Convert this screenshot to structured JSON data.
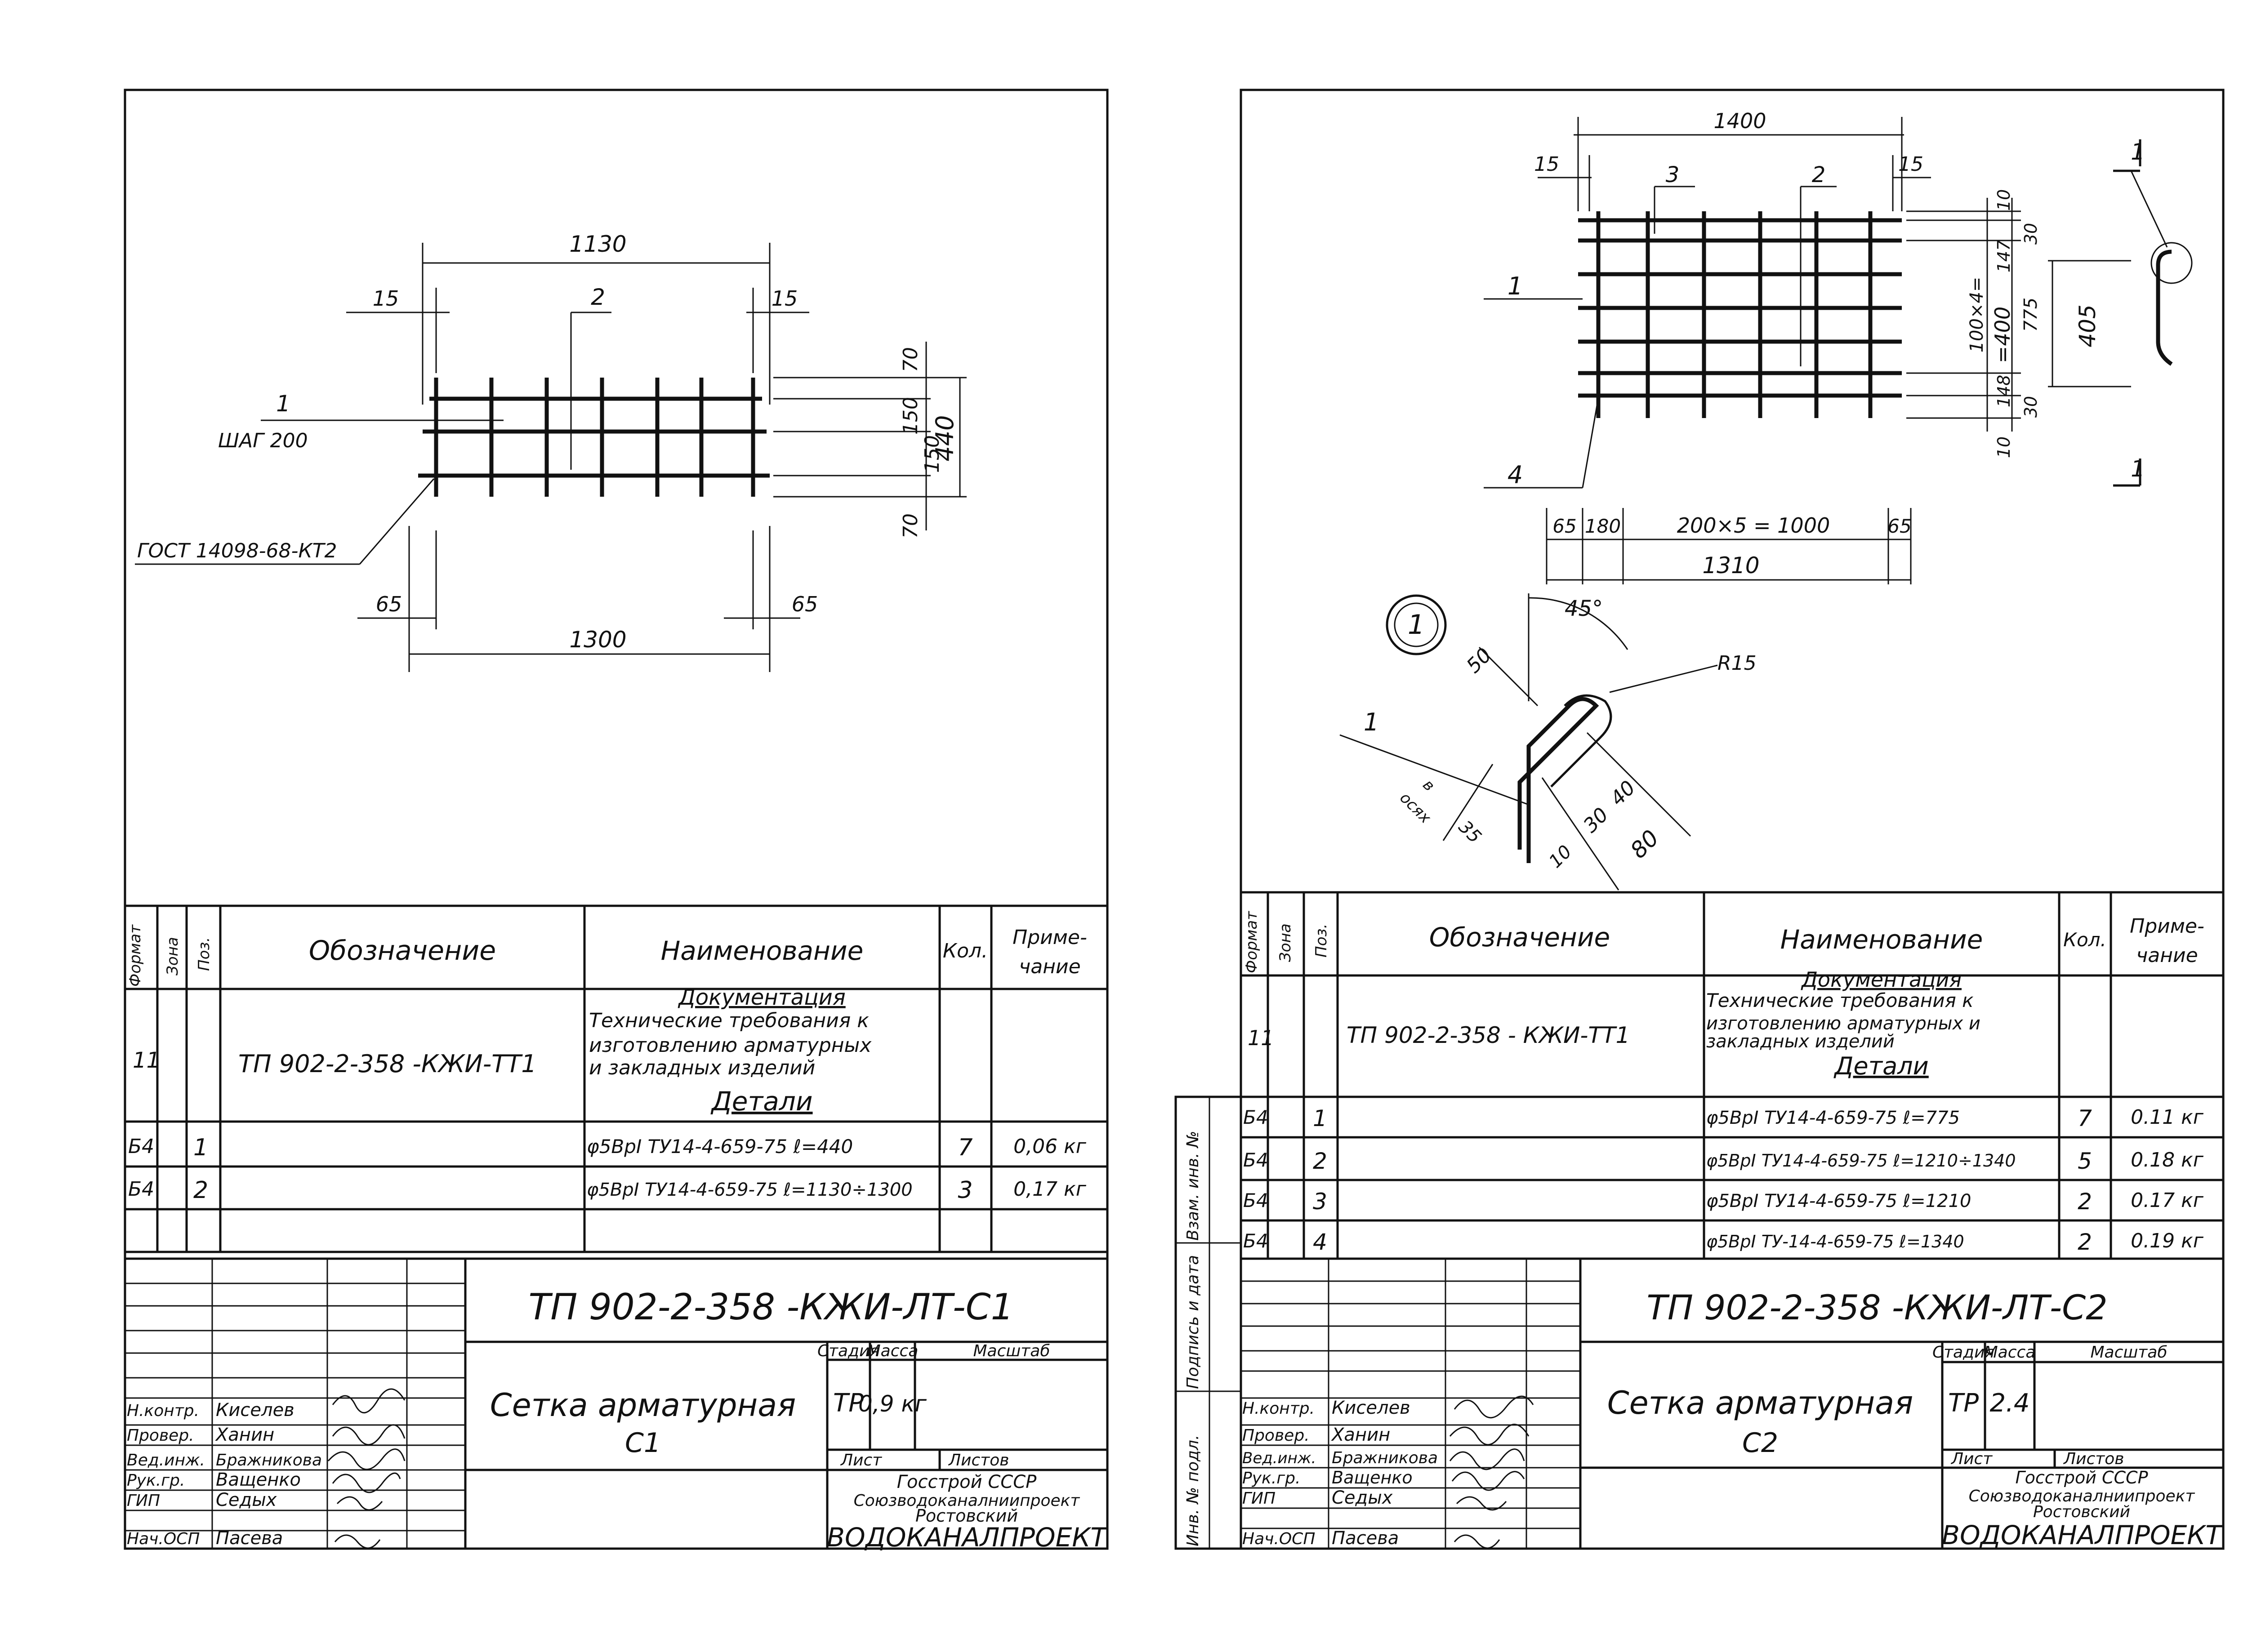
{
  "left": {
    "drawing": {
      "dim_total_top": "1130",
      "dim_15_left": "15",
      "dim_15_right": "15",
      "pos2": "2",
      "pos1": "1",
      "step": "ШАГ 200",
      "gost": "ГОСТ 14098-68-КТ2",
      "dim_65_left": "65",
      "dim_65_right": "65",
      "dim_total_bottom": "1300",
      "dim_70_top": "70",
      "dim_150a": "150",
      "dim_150b": "150",
      "dim_440": "440",
      "dim_70_bottom": "70"
    },
    "spec": {
      "col_format": "Формат",
      "col_zone": "Зона",
      "col_pos": "Поз.",
      "col_designation": "Обозначение",
      "col_name": "Наименование",
      "col_qty": "Кол.",
      "col_note": "Приме-\nчание",
      "section_docs": "Документация",
      "doc_format": "11",
      "doc_designation": "ТП 902-2-358 -КЖИ-ТТ1",
      "doc_name_1": "Технические требования к",
      "doc_name_2": "изготовлению арматурных",
      "doc_name_3": "и закладных изделий",
      "section_details": "Детали",
      "rows": [
        {
          "format": "Б4",
          "pos": "1",
          "name": "φ5ВрI ТУ14-4-659-75 ℓ=440",
          "qty": "7",
          "note": "0,06 кг"
        },
        {
          "format": "Б4",
          "pos": "2",
          "name": "φ5ВрI ТУ14-4-659-75 ℓ=1130÷1300",
          "qty": "3",
          "note": "0,17 кг"
        }
      ]
    },
    "title_block": {
      "code": "ТП 902-2-358 -КЖИ-ЛТ-С1",
      "title": "Сетка арматурная",
      "subtitle": "С1",
      "stage_label": "Стадия",
      "mass_label": "Масса",
      "scale_label": "Масштаб",
      "stage": "ТР",
      "mass": "0,9 кг",
      "sheet_label": "Лист",
      "sheets_label": "Листов",
      "org_1": "Госстрой СССР",
      "org_2": "Союзводоканалниипроект",
      "org_3": "Ростовский",
      "org_4": "ВОДОКАНАЛПРОЕКТ",
      "roles": [
        "Н.контр.",
        "Провер.",
        "Вед.инж.",
        "Рук.гр.",
        "ГИП",
        "Нач.ОСП"
      ],
      "names": [
        "Киселев",
        "Ханин",
        "Бражникова",
        "Ващенко",
        "Седых",
        "Пасева"
      ]
    }
  },
  "right": {
    "drawing": {
      "dim_1400": "1400",
      "dim_15_left": "15",
      "dim_15_right": "15",
      "pos3": "3",
      "pos2": "2",
      "pos1": "1",
      "pos4": "4",
      "dim_65_left": "65",
      "dim_180": "180",
      "dim_200x5": "200×5 = 1000",
      "dim_65_right": "65",
      "dim_1310": "1310",
      "dim_10_top": "10",
      "dim_30_top": "30",
      "dim_147": "147",
      "dim_100x4": "100×4=",
      "dim_400": "=400",
      "dim_775": "775",
      "dim_148": "148",
      "dim_30_bottom": "30",
      "dim_10_bottom": "10",
      "dim_405": "405",
      "section_mark": "1",
      "detail_mark": "1",
      "angle": "45°",
      "dim_50": "50",
      "radius": "R15",
      "pos1_detail": "1",
      "axis_note_1": "в",
      "axis_note_2": "осях",
      "dim_35": "35",
      "dim_10": "10",
      "dim_30": "30",
      "dim_40": "40",
      "dim_80": "80"
    },
    "spec": {
      "col_format": "Формат",
      "col_zone": "Зона",
      "col_pos": "Поз.",
      "col_designation": "Обозначение",
      "col_name": "Наименование",
      "col_qty": "Кол.",
      "col_note": "Приме-\nчание",
      "section_docs": "Документация",
      "doc_format": "11",
      "doc_designation": "ТП 902-2-358 - КЖИ-ТТ1",
      "doc_name_1": "Технические требования к",
      "doc_name_2": "изготовлению арматурных и",
      "doc_name_3": "закладных изделий",
      "section_details": "Детали",
      "rows": [
        {
          "format": "Б4",
          "pos": "1",
          "name": "φ5ВрI ТУ14-4-659-75 ℓ=775",
          "qty": "7",
          "note": "0.11 кг"
        },
        {
          "format": "Б4",
          "pos": "2",
          "name": "φ5ВрI ТУ14-4-659-75 ℓ=1210÷1340",
          "qty": "5",
          "note": "0.18 кг"
        },
        {
          "format": "Б4",
          "pos": "3",
          "name": "φ5ВрI ТУ14-4-659-75 ℓ=1210",
          "qty": "2",
          "note": "0.17 кг"
        },
        {
          "format": "Б4",
          "pos": "4",
          "name": "φ5ВрI ТУ-14-4-659-75 ℓ=1340",
          "qty": "2",
          "note": "0.19 кг"
        }
      ]
    },
    "side_stamp": {
      "inv_orig": "Инв. № подл.",
      "sign_date": "Подпись и дата",
      "inv_repl": "Взам. инв. №"
    },
    "title_block": {
      "code": "ТП 902-2-358 -КЖИ-ЛТ-С2",
      "title": "Сетка арматурная",
      "subtitle": "С2",
      "stage_label": "Стадия",
      "mass_label": "Масса",
      "scale_label": "Масштаб",
      "stage": "ТР",
      "mass": "2.4",
      "sheet_label": "Лист",
      "sheets_label": "Листов",
      "org_1": "Госстрой СССР",
      "org_2": "Союзводоканалниипроект",
      "org_3": "Ростовский",
      "org_4": "ВОДОКАНАЛПРОЕКТ",
      "roles": [
        "Н.контр.",
        "Провер.",
        "Вед.инж.",
        "Рук.гр.",
        "ГИП",
        "Нач.ОСП"
      ],
      "names": [
        "Киселев",
        "Ханин",
        "Бражникова",
        "Ващенко",
        "Седых",
        "Пасева"
      ]
    }
  }
}
